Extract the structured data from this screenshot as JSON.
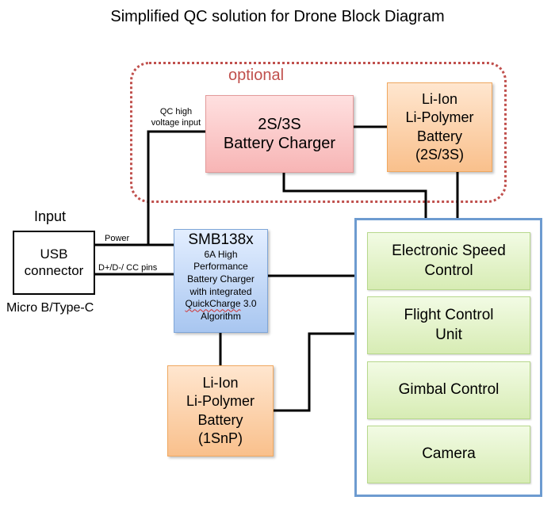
{
  "title": "Simplified QC solution for Drone Block Diagram",
  "optional_region": {
    "label": "optional",
    "color": "#c0504d"
  },
  "nodes": {
    "charger_2s3s": {
      "lines": [
        "2S/3S",
        "Battery Charger"
      ],
      "color": "#f7b5b5"
    },
    "battery_2s3s": {
      "lines": [
        "Li-Ion",
        "Li-Polymer",
        "Battery",
        "(2S/3S)"
      ],
      "color": "#f9c08c"
    },
    "usb_connector": {
      "heading": "Input",
      "lines": [
        "USB",
        "connector"
      ],
      "caption": "Micro B/Type-C"
    },
    "smb138x": {
      "title": "SMB138x",
      "lines": [
        "6A High",
        "Performance",
        "Battery Charger",
        "with integrated"
      ],
      "qc_word": "QuickCharge",
      "qc_suffix": " 3.0",
      "last_line": "Algorithm",
      "color": "#a8c6f0"
    },
    "battery_1snp": {
      "lines": [
        "Li-Ion",
        "Li-Polymer",
        "Battery",
        "(1SnP)"
      ],
      "color": "#f9c08c"
    },
    "drone_modules": [
      {
        "lines": [
          "Electronic Speed",
          "Control"
        ]
      },
      {
        "lines": [
          "Flight Control",
          "Unit"
        ]
      },
      {
        "lines": [
          "Gimbal Control"
        ]
      },
      {
        "lines": [
          "Camera"
        ]
      }
    ]
  },
  "edge_labels": {
    "qc_high_voltage": [
      "QC high",
      "voltage input"
    ],
    "power": "Power",
    "data_pins": "D+/D-/ CC pins"
  },
  "edges": [
    {
      "from": "usb_connector",
      "to": "smb138x",
      "label": "Power"
    },
    {
      "from": "usb_connector",
      "to": "smb138x",
      "label": "D+/D-/ CC pins"
    },
    {
      "from": "usb_connector",
      "to": "charger_2s3s",
      "label": "QC high voltage input"
    },
    {
      "from": "charger_2s3s",
      "to": "battery_2s3s"
    },
    {
      "from": "charger_2s3s",
      "to": "drone_modules"
    },
    {
      "from": "battery_2s3s",
      "to": "drone_modules"
    },
    {
      "from": "smb138x",
      "to": "drone_modules"
    },
    {
      "from": "smb138x",
      "to": "battery_1snp"
    },
    {
      "from": "battery_1snp",
      "to": "drone_modules"
    }
  ]
}
